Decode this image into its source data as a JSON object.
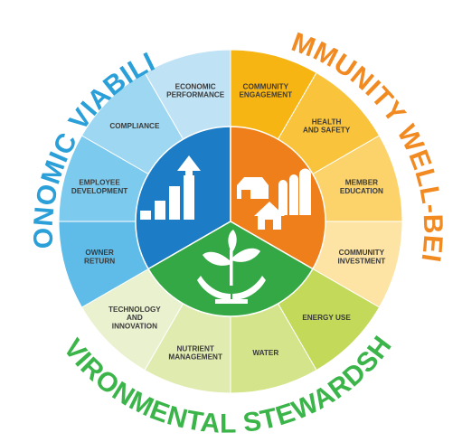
{
  "pillars": [
    {
      "id": "economic",
      "title": "ECONOMIC VIABILITY",
      "color": "#2a9fd8",
      "core_color": "#1c7cc6",
      "icon": "bar-chart-arrow-icon"
    },
    {
      "id": "community",
      "title": "COMMUNITY WELL-BEING",
      "color": "#f28a22",
      "core_color": "#ef7f1a",
      "icon": "farm-buildings-icon"
    },
    {
      "id": "environment",
      "title": "ENVIRONMENTAL STEWARDSHIP",
      "color": "#3bb54a",
      "core_color": "#34a844",
      "icon": "seedling-in-hands-icon"
    }
  ],
  "segments": [
    {
      "label": [
        "ECONOMIC",
        "PERFORMANCE"
      ],
      "color": "#bfe2f5"
    },
    {
      "label": [
        "COMMUNITY",
        "ENGAGEMENT"
      ],
      "color": "#f7b514"
    },
    {
      "label": [
        "HEALTH",
        "AND SAFETY"
      ],
      "color": "#f9c33c"
    },
    {
      "label": [
        "MEMBER",
        "EDUCATION"
      ],
      "color": "#fbd36a"
    },
    {
      "label": [
        "COMMUNITY",
        "INVESTMENT"
      ],
      "color": "#fde4a4"
    },
    {
      "label": [
        "ENERGY USE"
      ],
      "color": "#c2d95a"
    },
    {
      "label": [
        "WATER"
      ],
      "color": "#d3e48a"
    },
    {
      "label": [
        "NUTRIENT",
        "MANAGEMENT"
      ],
      "color": "#e0ebb0"
    },
    {
      "label": [
        "TECHNOLOGY",
        "AND",
        "INNOVATION"
      ],
      "color": "#eaf1cf"
    },
    {
      "label": [
        "OWNER",
        "RETURN"
      ],
      "color": "#5fbce8"
    },
    {
      "label": [
        "EMPLOYEE",
        "DEVELOPMENT"
      ],
      "color": "#7ccaee"
    },
    {
      "label": [
        "COMPLIANCE"
      ],
      "color": "#9dd7f2"
    }
  ]
}
